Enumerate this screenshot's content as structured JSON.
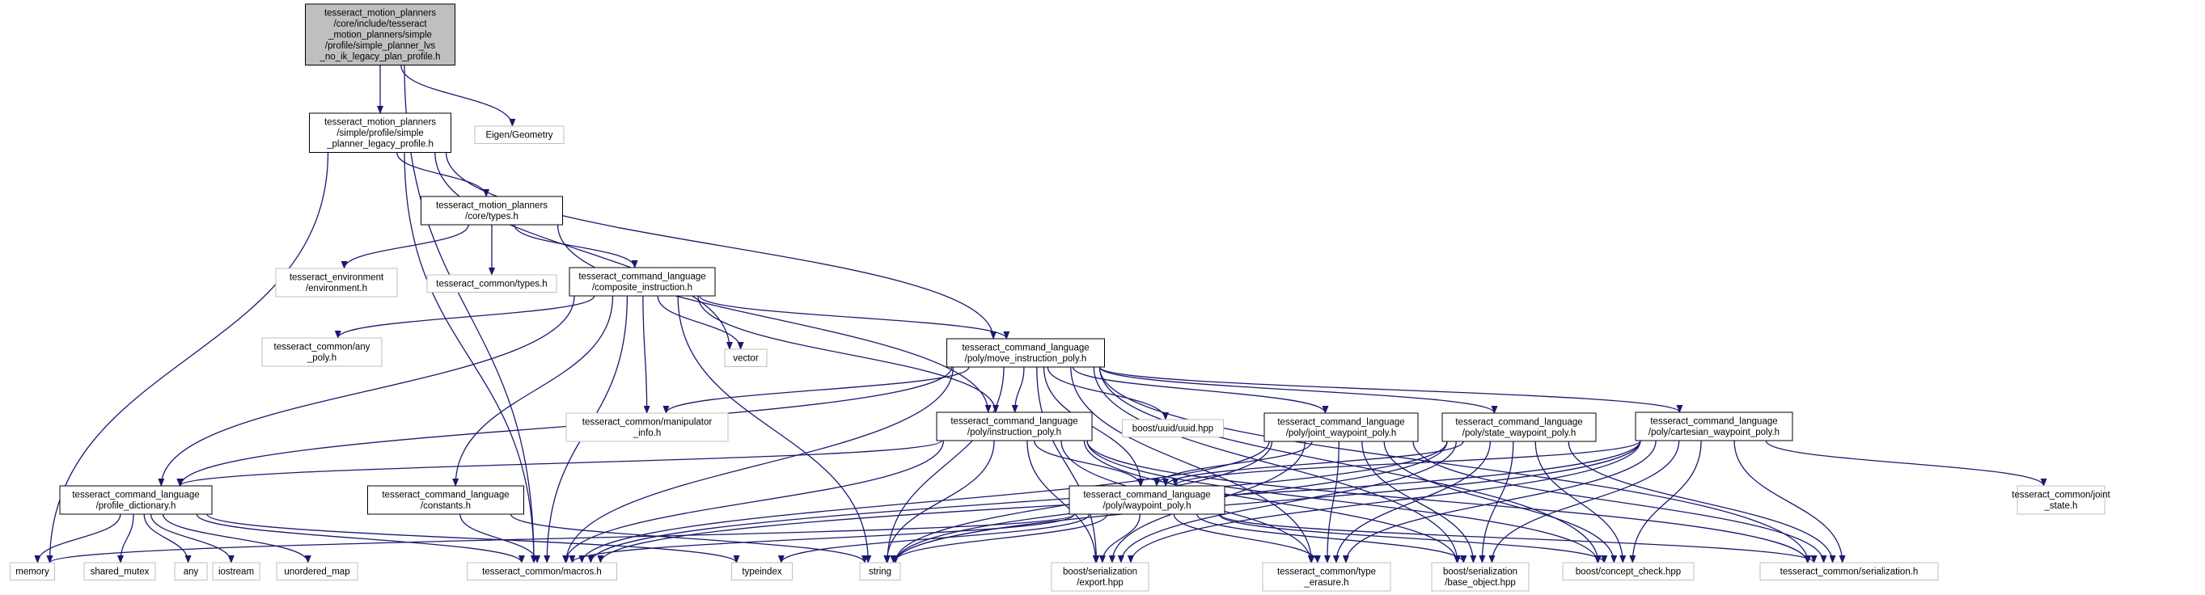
{
  "graph": {
    "colors": {
      "edge": "#191970",
      "root_fill": "#bfbfbf",
      "root_border": "#000000",
      "local_border": "#000000",
      "system_border": "#bfbfbf",
      "node_fill": "#ffffff"
    },
    "nodes": [
      {
        "id": "n0",
        "kind": "root",
        "lines": [
          "tesseract_motion_planners",
          "/core/include/tesseract",
          "_motion_planners/simple",
          "/profile/simple_planner_lvs",
          "_no_ik_legacy_plan_profile.h"
        ]
      },
      {
        "id": "n1",
        "kind": "local",
        "lines": [
          "tesseract_motion_planners",
          "/simple/profile/simple",
          "_planner_legacy_profile.h"
        ]
      },
      {
        "id": "n2",
        "kind": "system",
        "lines": [
          "Eigen/Geometry"
        ]
      },
      {
        "id": "n3",
        "kind": "local",
        "lines": [
          "tesseract_motion_planners",
          "/core/types.h"
        ]
      },
      {
        "id": "n4",
        "kind": "system",
        "lines": [
          "tesseract_environment",
          "/environment.h"
        ]
      },
      {
        "id": "n5",
        "kind": "system",
        "lines": [
          "tesseract_common/types.h"
        ]
      },
      {
        "id": "n6",
        "kind": "local",
        "lines": [
          "tesseract_command_language",
          "/composite_instruction.h"
        ]
      },
      {
        "id": "n7",
        "kind": "system",
        "lines": [
          "tesseract_common/any",
          "_poly.h"
        ]
      },
      {
        "id": "n8",
        "kind": "system",
        "lines": [
          "vector"
        ]
      },
      {
        "id": "n9",
        "kind": "local",
        "lines": [
          "tesseract_command_language",
          "/poly/move_instruction_poly.h"
        ]
      },
      {
        "id": "n10",
        "kind": "system",
        "lines": [
          "tesseract_common/manipulator",
          "_info.h"
        ]
      },
      {
        "id": "n11",
        "kind": "local",
        "lines": [
          "tesseract_command_language",
          "/poly/instruction_poly.h"
        ]
      },
      {
        "id": "n12",
        "kind": "system",
        "lines": [
          "boost/uuid/uuid.hpp"
        ]
      },
      {
        "id": "n13",
        "kind": "local",
        "lines": [
          "tesseract_command_language",
          "/poly/joint_waypoint_poly.h"
        ]
      },
      {
        "id": "n14",
        "kind": "local",
        "lines": [
          "tesseract_command_language",
          "/poly/state_waypoint_poly.h"
        ]
      },
      {
        "id": "n15",
        "kind": "local",
        "lines": [
          "tesseract_command_language",
          "/poly/cartesian_waypoint_poly.h"
        ]
      },
      {
        "id": "n16",
        "kind": "local",
        "lines": [
          "tesseract_command_language",
          "/profile_dictionary.h"
        ]
      },
      {
        "id": "n17",
        "kind": "local",
        "lines": [
          "tesseract_command_language",
          "/constants.h"
        ]
      },
      {
        "id": "n18",
        "kind": "local",
        "lines": [
          "tesseract_command_language",
          "/poly/waypoint_poly.h"
        ]
      },
      {
        "id": "n19",
        "kind": "system",
        "lines": [
          "tesseract_common/joint",
          "_state.h"
        ]
      },
      {
        "id": "n20",
        "kind": "system",
        "lines": [
          "memory"
        ]
      },
      {
        "id": "n21",
        "kind": "system",
        "lines": [
          "shared_mutex"
        ]
      },
      {
        "id": "n22",
        "kind": "system",
        "lines": [
          "any"
        ]
      },
      {
        "id": "n23",
        "kind": "system",
        "lines": [
          "iostream"
        ]
      },
      {
        "id": "n24",
        "kind": "system",
        "lines": [
          "unordered_map"
        ]
      },
      {
        "id": "n25",
        "kind": "system",
        "lines": [
          "tesseract_common/macros.h"
        ]
      },
      {
        "id": "n26",
        "kind": "system",
        "lines": [
          "typeindex"
        ]
      },
      {
        "id": "n27",
        "kind": "system",
        "lines": [
          "string"
        ]
      },
      {
        "id": "n28",
        "kind": "system",
        "lines": [
          "boost/serialization",
          "/export.hpp"
        ]
      },
      {
        "id": "n29",
        "kind": "system",
        "lines": [
          "tesseract_common/type",
          "_erasure.h"
        ]
      },
      {
        "id": "n30",
        "kind": "system",
        "lines": [
          "boost/serialization",
          "/base_object.hpp"
        ]
      },
      {
        "id": "n31",
        "kind": "system",
        "lines": [
          "boost/concept_check.hpp"
        ]
      },
      {
        "id": "n32",
        "kind": "system",
        "lines": [
          "tesseract_common/serialization.h"
        ]
      }
    ],
    "edges": [
      [
        "n0",
        "n1"
      ],
      [
        "n0",
        "n2"
      ],
      [
        "n0",
        "n25"
      ],
      [
        "n1",
        "n3"
      ],
      [
        "n1",
        "n9"
      ],
      [
        "n1",
        "n25"
      ],
      [
        "n1",
        "n20"
      ],
      [
        "n1",
        "n8"
      ],
      [
        "n3",
        "n4"
      ],
      [
        "n3",
        "n5"
      ],
      [
        "n3",
        "n6"
      ],
      [
        "n3",
        "n11"
      ],
      [
        "n6",
        "n7"
      ],
      [
        "n6",
        "n8"
      ],
      [
        "n6",
        "n9"
      ],
      [
        "n6",
        "n10"
      ],
      [
        "n6",
        "n11"
      ],
      [
        "n6",
        "n16"
      ],
      [
        "n6",
        "n17"
      ],
      [
        "n6",
        "n25"
      ],
      [
        "n6",
        "n27"
      ],
      [
        "n9",
        "n10"
      ],
      [
        "n9",
        "n11"
      ],
      [
        "n9",
        "n12"
      ],
      [
        "n9",
        "n13"
      ],
      [
        "n9",
        "n14"
      ],
      [
        "n9",
        "n15"
      ],
      [
        "n9",
        "n18"
      ],
      [
        "n9",
        "n25"
      ],
      [
        "n9",
        "n27"
      ],
      [
        "n9",
        "n28"
      ],
      [
        "n9",
        "n29"
      ],
      [
        "n9",
        "n30"
      ],
      [
        "n9",
        "n31"
      ],
      [
        "n9",
        "n32"
      ],
      [
        "n9",
        "n16"
      ],
      [
        "n11",
        "n18"
      ],
      [
        "n11",
        "n25"
      ],
      [
        "n11",
        "n27"
      ],
      [
        "n11",
        "n28"
      ],
      [
        "n11",
        "n29"
      ],
      [
        "n11",
        "n30"
      ],
      [
        "n11",
        "n31"
      ],
      [
        "n11",
        "n32"
      ],
      [
        "n11",
        "n16"
      ],
      [
        "n13",
        "n18"
      ],
      [
        "n13",
        "n25"
      ],
      [
        "n13",
        "n27"
      ],
      [
        "n13",
        "n28"
      ],
      [
        "n13",
        "n29"
      ],
      [
        "n13",
        "n30"
      ],
      [
        "n13",
        "n31"
      ],
      [
        "n13",
        "n32"
      ],
      [
        "n14",
        "n18"
      ],
      [
        "n14",
        "n25"
      ],
      [
        "n14",
        "n27"
      ],
      [
        "n14",
        "n28"
      ],
      [
        "n14",
        "n29"
      ],
      [
        "n14",
        "n30"
      ],
      [
        "n14",
        "n31"
      ],
      [
        "n14",
        "n32"
      ],
      [
        "n15",
        "n18"
      ],
      [
        "n15",
        "n19"
      ],
      [
        "n15",
        "n25"
      ],
      [
        "n15",
        "n27"
      ],
      [
        "n15",
        "n28"
      ],
      [
        "n15",
        "n29"
      ],
      [
        "n15",
        "n30"
      ],
      [
        "n15",
        "n31"
      ],
      [
        "n15",
        "n32"
      ],
      [
        "n16",
        "n20"
      ],
      [
        "n16",
        "n21"
      ],
      [
        "n16",
        "n22"
      ],
      [
        "n16",
        "n23"
      ],
      [
        "n16",
        "n24"
      ],
      [
        "n16",
        "n25"
      ],
      [
        "n16",
        "n26"
      ],
      [
        "n17",
        "n25"
      ],
      [
        "n17",
        "n27"
      ],
      [
        "n18",
        "n20"
      ],
      [
        "n18",
        "n25"
      ],
      [
        "n18",
        "n26"
      ],
      [
        "n18",
        "n27"
      ],
      [
        "n18",
        "n28"
      ],
      [
        "n18",
        "n29"
      ],
      [
        "n18",
        "n30"
      ],
      [
        "n18",
        "n31"
      ],
      [
        "n18",
        "n32"
      ]
    ]
  }
}
